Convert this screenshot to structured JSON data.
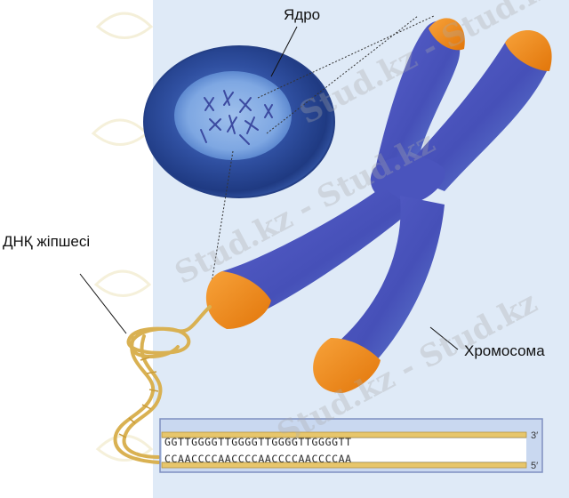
{
  "labels": {
    "nucleus": "Ядро",
    "dna": "ДНҚ жіпшесі",
    "chromosome": "Хромосома"
  },
  "sequence": {
    "top_strand": "GGTTGGGGTTGGGGTTGGGGTTGGGGTT",
    "bottom_strand": "CCAACCCCAACCCCAACCCCAACCCCAA",
    "end_3": "3′",
    "end_5": "5′"
  },
  "watermark": {
    "text": "Stud.kz - Stud.kz"
  },
  "colors": {
    "panel_bg": "#dfeaf7",
    "chromosome": "#4a55c2",
    "telomere": "#f08a1a",
    "cell": "#2f4fa0",
    "dna": "#e2bd64",
    "strip_border": "#7f8fc0"
  }
}
